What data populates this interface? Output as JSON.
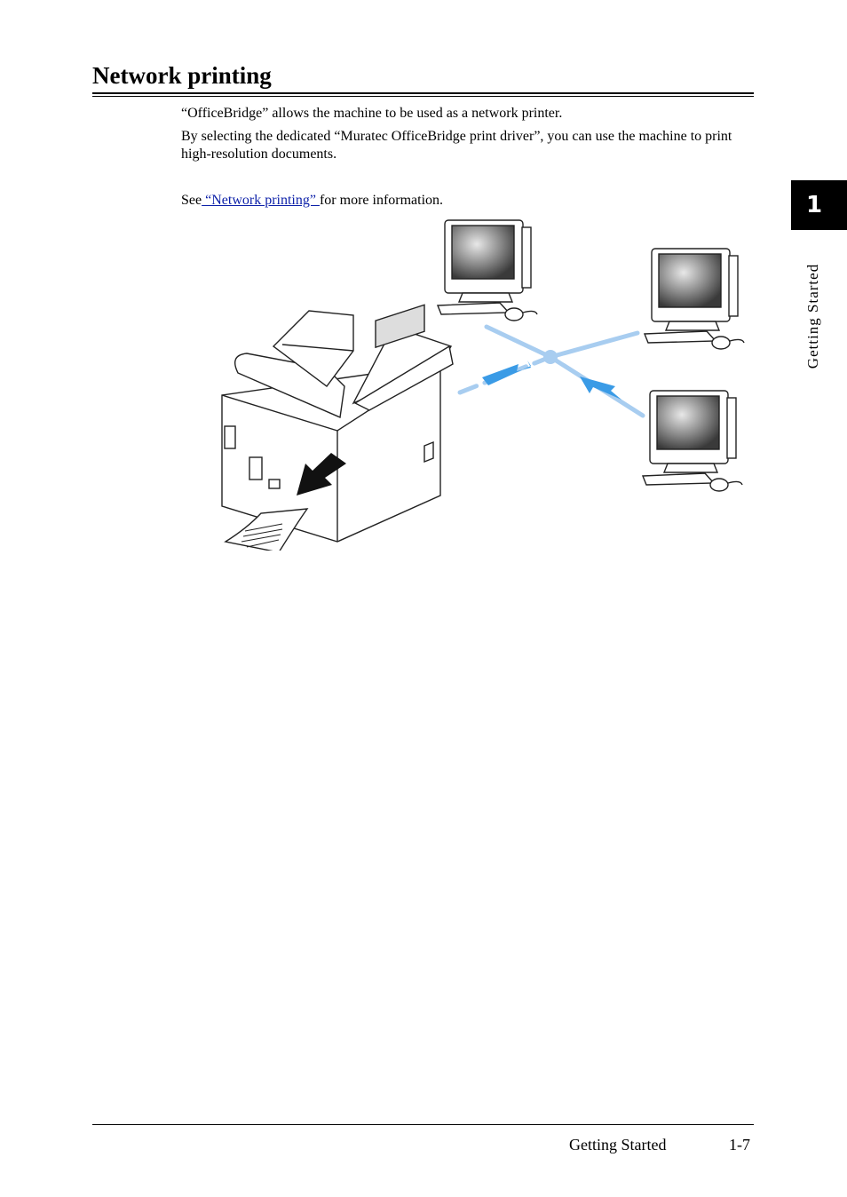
{
  "section": {
    "title": "Network printing"
  },
  "body": {
    "paragraph1": "“OfficeBridge” allows the machine to be used as a network printer.",
    "paragraph2": "By selecting the dedicated “Muratec OfficeBridge print driver”, you can use the machine to print high-resolution documents.",
    "see_prefix": "See",
    "see_link": " “Network printing” ",
    "see_suffix": "for more information."
  },
  "side_tab": {
    "chapter_number": "1",
    "chapter_label": "Getting Started"
  },
  "illustration": {
    "icons": [
      "printer-icon",
      "computer-icon",
      "paper-output-icon",
      "network-arrow-icon"
    ],
    "colors": {
      "network_line": "#a8cdf0",
      "network_arrow": "#3a9be6",
      "monitor_screen": "#8a8a8a"
    }
  },
  "footer": {
    "section_name": "Getting Started",
    "page_number": "1-7"
  }
}
